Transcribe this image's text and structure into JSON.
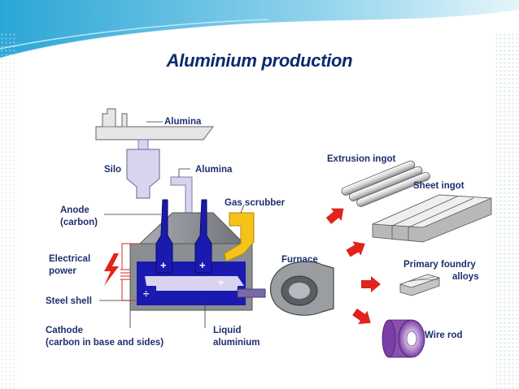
{
  "title": "Aluminium production",
  "labels": {
    "alumina_top": "Alumina",
    "silo": "Silo",
    "alumina_feed": "Alumina",
    "gas_scrubber": "Gas scrubber",
    "anode_line1": "Anode",
    "anode_line2": "(carbon)",
    "electrical_line1": "Electrical",
    "electrical_line2": "power",
    "steel_shell": "Steel shell",
    "cathode_line1": "Cathode",
    "cathode_line2": "(carbon in base and sides)",
    "liquid_line1": "Liquid",
    "liquid_line2": "aluminium",
    "furnace": "Furnace",
    "extrusion_ingot": "Extrusion ingot",
    "sheet_ingot": "Sheet ingot",
    "primary_foundry_line1": "Primary foundry",
    "primary_foundry_line2": "alloys",
    "wire_rod": "Wire rod"
  },
  "signs": {
    "plus": "+",
    "minus": "÷"
  },
  "colors": {
    "title": "#0a2a6e",
    "electrolyte_blue": "#1a1ab0",
    "cell_grey": "#8a8e93",
    "feed_lavender": "#d8d4f0",
    "scrubber_yellow": "#f5c21a",
    "arrow_red": "#e0231c",
    "wire_purple": "#8a4fb0",
    "header_teal": "#3fb0d8"
  }
}
